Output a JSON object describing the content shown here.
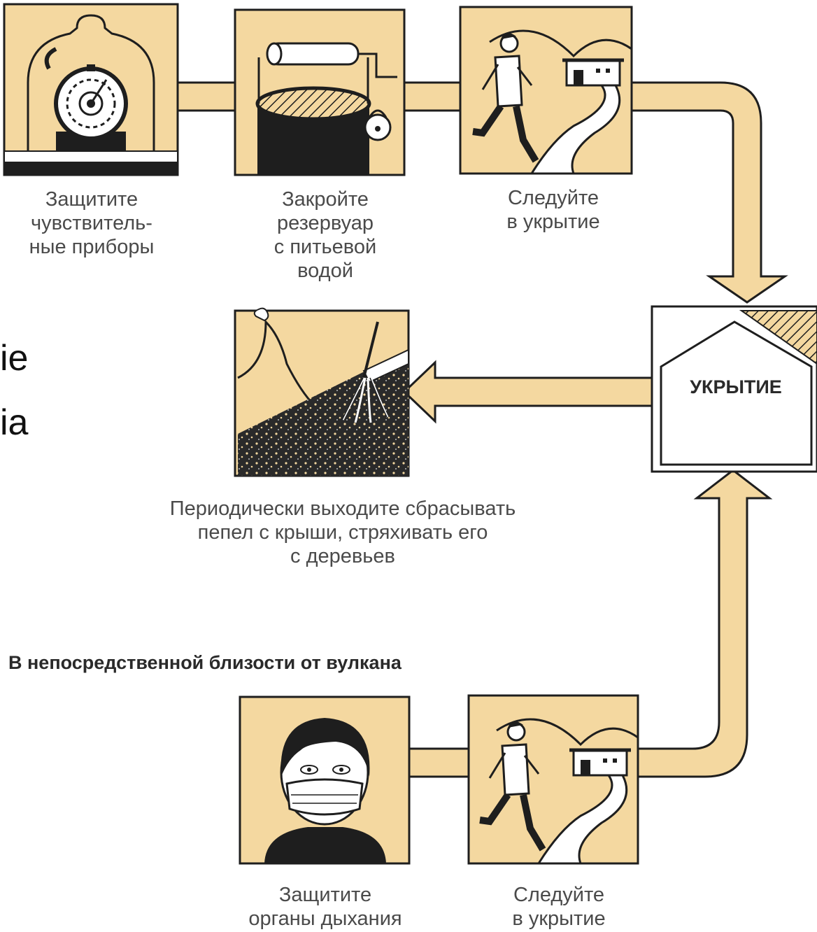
{
  "colors": {
    "panel_fill": "#f4d8a0",
    "pipe_fill": "#f4d8a0",
    "ink": "#1e1e1e"
  },
  "slide_fragments": [
    "ie",
    "ia"
  ],
  "shelter_label": "УКРЫТИЕ",
  "section_heading": "В непосредственной близости от вулкана",
  "steps": [
    {
      "icon": "barometer-under-bell-jar-icon",
      "caption": "Защитите\nчувствитель-\nные приборы"
    },
    {
      "icon": "covered-water-tank-icon",
      "caption": "Закройте\nрезервуар\nс питьевой\nводой"
    },
    {
      "icon": "running-person-to-house-icon",
      "caption": "Следуйте\nв укрытие"
    },
    {
      "icon": "sweeping-ash-from-roof-icon",
      "caption": "Периодически выходите сбрасывать\nпепел с крыши, стряхивать его\nс деревьев"
    },
    {
      "icon": "person-wearing-face-mask-icon",
      "caption": "Защитите\nорганы дыхания"
    },
    {
      "icon": "running-person-to-house-icon",
      "caption": "Следуйте\nв укрытие"
    }
  ]
}
